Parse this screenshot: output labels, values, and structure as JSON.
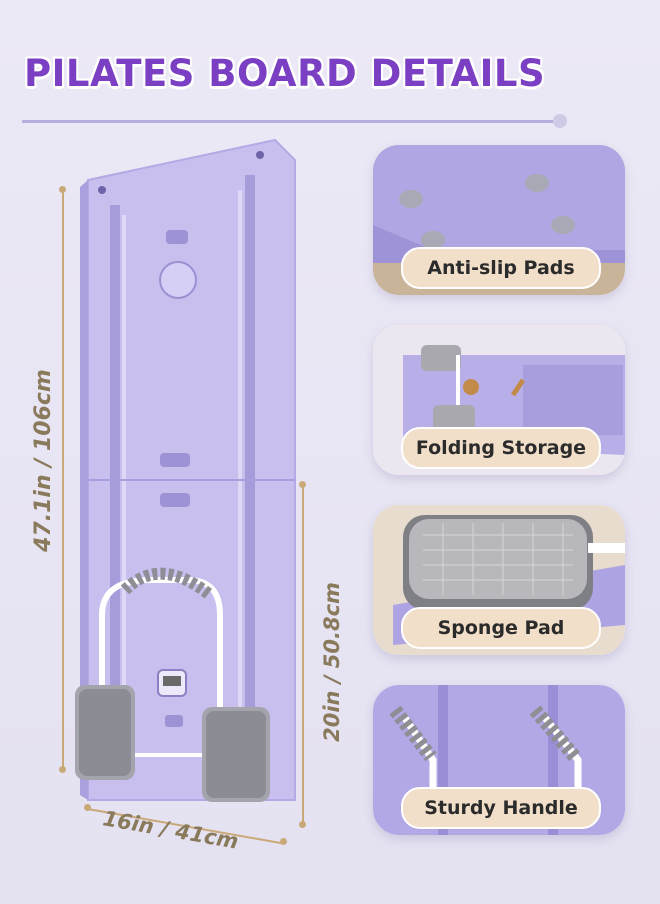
{
  "header": {
    "title": "PILATES BOARD DETAILS"
  },
  "dimensions": {
    "length": "47.1in / 106cm",
    "folded_length": "20in / 50.8cm",
    "width": "16in / 41cm"
  },
  "features": [
    {
      "label": "Anti-slip Pads"
    },
    {
      "label": "Folding Storage"
    },
    {
      "label": "Sponge Pad"
    },
    {
      "label": "Sturdy Handle"
    }
  ],
  "colors": {
    "title": "#7a3fc2",
    "board": "#c8bfee",
    "pill": "#f1dfca",
    "dimension": "#c9a978"
  }
}
